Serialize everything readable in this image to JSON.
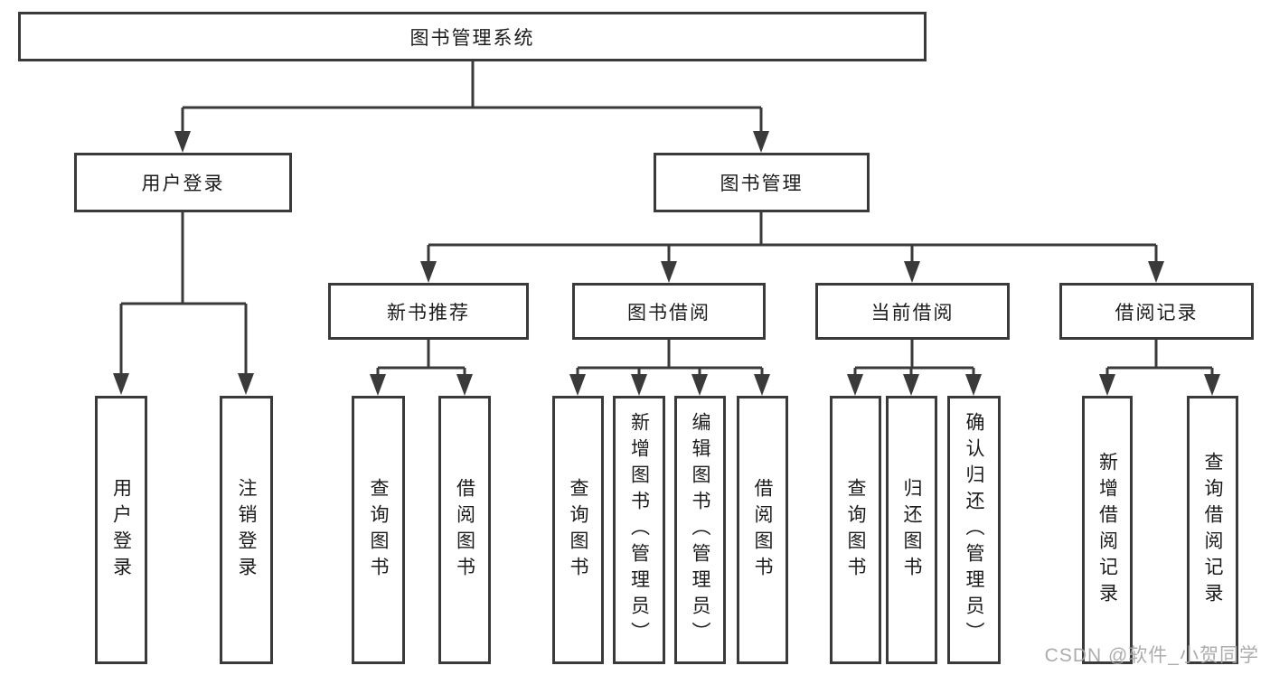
{
  "diagram": {
    "type": "hierarchy-tree",
    "colors": {
      "line": "#3a3a3a",
      "box_border": "#3a3a3a",
      "box_fill": "#ffffff",
      "text": "#1c1c1c",
      "watermark": "#a5a5a5",
      "background": "#ffffff"
    },
    "root": {
      "label": "图书管理系统",
      "children": [
        {
          "label": "用户登录",
          "children": [
            {
              "label": "用户登录"
            },
            {
              "label": "注销登录"
            }
          ]
        },
        {
          "label": "图书管理",
          "children": [
            {
              "label": "新书推荐",
              "children": [
                {
                  "label": "查询图书"
                },
                {
                  "label": "借阅图书"
                }
              ]
            },
            {
              "label": "图书借阅",
              "children": [
                {
                  "label": "查询图书"
                },
                {
                  "label": "新增图书（管理员）"
                },
                {
                  "label": "编辑图书（管理员）"
                },
                {
                  "label": "借阅图书"
                }
              ]
            },
            {
              "label": "当前借阅",
              "children": [
                {
                  "label": "查询图书"
                },
                {
                  "label": "归还图书"
                },
                {
                  "label": "确认归还（管理员）"
                }
              ]
            },
            {
              "label": "借阅记录",
              "children": [
                {
                  "label": "新增借阅记录"
                },
                {
                  "label": "查询借阅记录"
                }
              ]
            }
          ]
        }
      ]
    },
    "watermark": "CSDN @软件_小贺同学"
  }
}
